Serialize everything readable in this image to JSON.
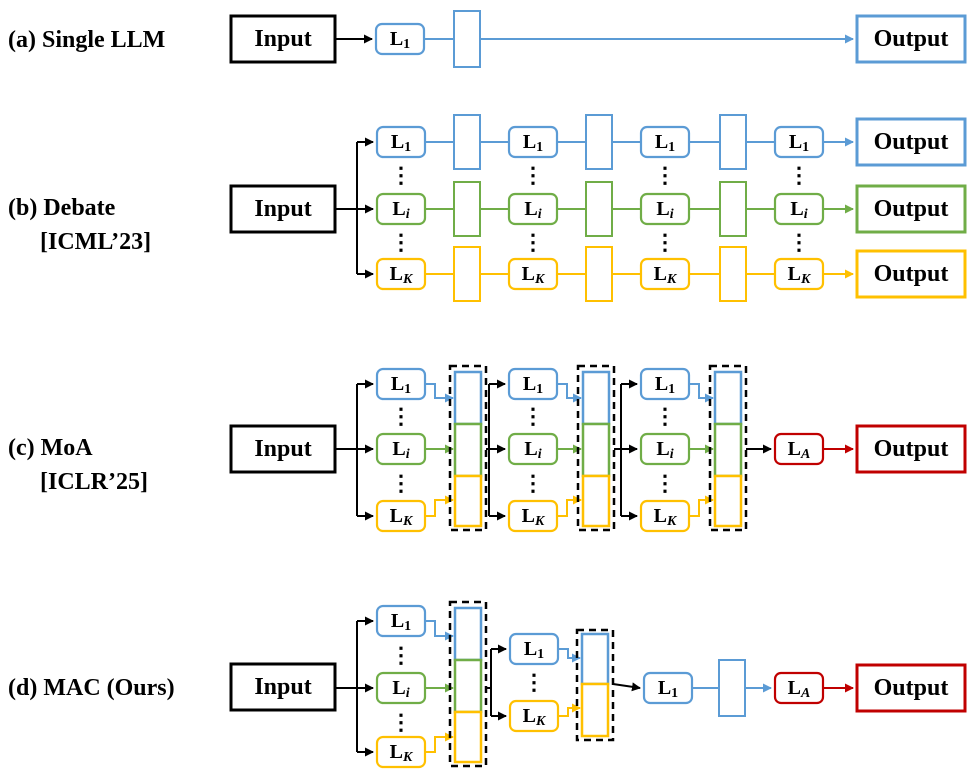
{
  "colors": {
    "blue": "#5b9bd5",
    "green": "#70ad47",
    "orange": "#ffc000",
    "red": "#c00000",
    "black": "#000000"
  },
  "text": {
    "input": "Input",
    "output": "Output",
    "llm_letter": "L",
    "sub_1": "1",
    "sub_i": "i",
    "sub_K": "K",
    "sub_A": "A",
    "vdots": "⋮"
  },
  "panels": {
    "a": {
      "label": "(a) Single LLM"
    },
    "b": {
      "label_line1": "(b) Debate",
      "label_line2": "[ICML’23]"
    },
    "c": {
      "label_line1": "(c) MoA",
      "label_line2": "[ICLR’25]"
    },
    "d": {
      "label": "(d) MAC (Ours)"
    }
  }
}
